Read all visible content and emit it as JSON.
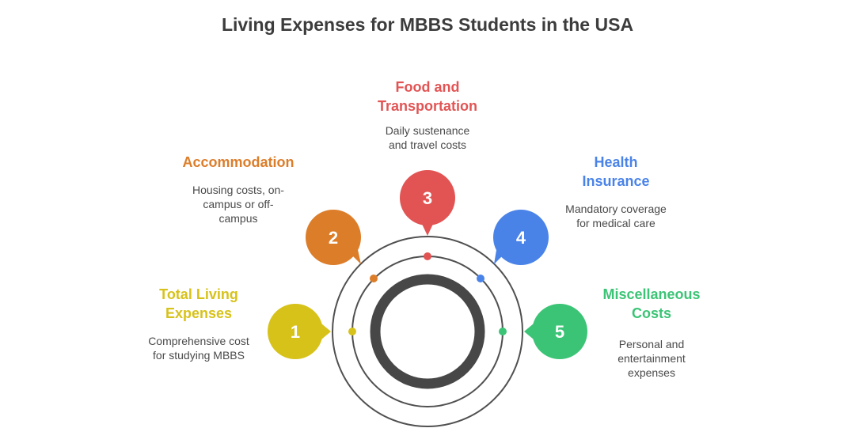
{
  "title": "Living Expenses for MBBS Students in the USA",
  "items": [
    {
      "number": "1",
      "title_line1": "Total Living",
      "title_line2": "Expenses",
      "desc_line1": "Comprehensive cost",
      "desc_line2": "for studying MBBS",
      "desc_line3": "",
      "color": "#d7c21a"
    },
    {
      "number": "2",
      "title_line1": "Accommodation",
      "title_line2": "",
      "desc_line1": "Housing costs, on-",
      "desc_line2": "campus or off-",
      "desc_line3": "campus",
      "color": "#dc7d2a"
    },
    {
      "number": "3",
      "title_line1": "Food and",
      "title_line2": "Transportation",
      "desc_line1": "Daily sustenance",
      "desc_line2": "and travel costs",
      "desc_line3": "",
      "color": "#e25454"
    },
    {
      "number": "4",
      "title_line1": "Health",
      "title_line2": "Insurance",
      "desc_line1": "Mandatory coverage",
      "desc_line2": "for medical care",
      "desc_line3": "",
      "color": "#4a83e8"
    },
    {
      "number": "5",
      "title_line1": "Miscellaneous",
      "title_line2": "Costs",
      "desc_line1": "Personal and",
      "desc_line2": "entertainment",
      "desc_line3": "expenses",
      "color": "#3cc476"
    }
  ]
}
